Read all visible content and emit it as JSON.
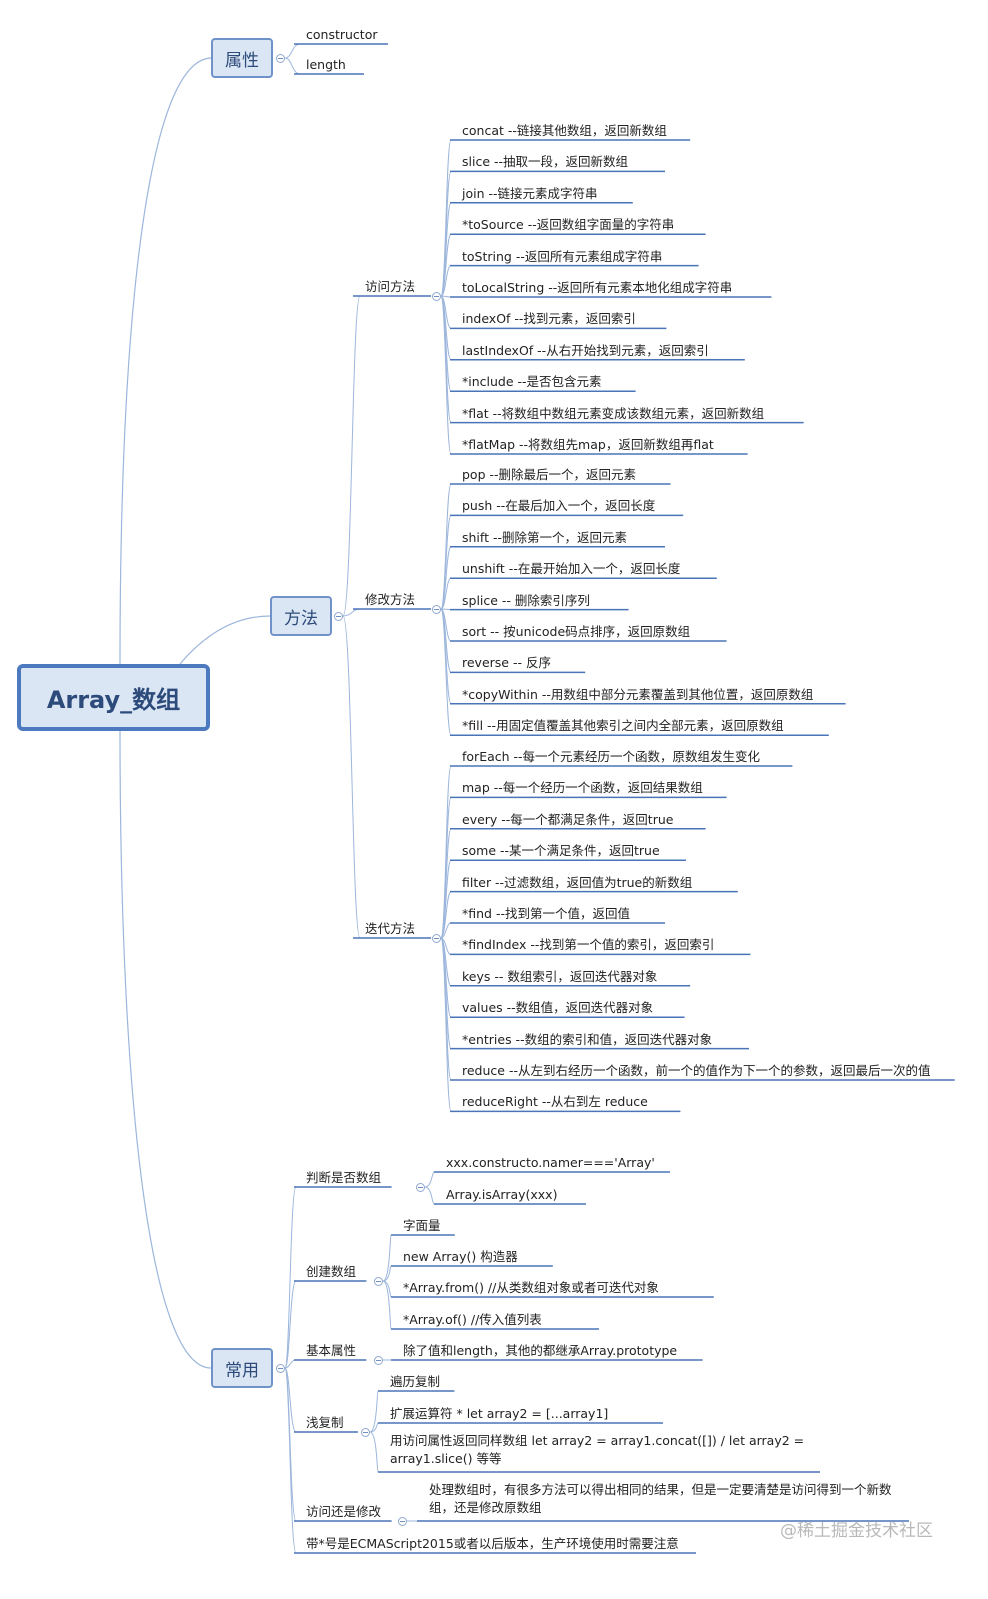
{
  "root": "Array_数组",
  "properties": {
    "label": "属性",
    "items": [
      "constructor",
      "length"
    ]
  },
  "methods": {
    "label": "方法",
    "groups": [
      {
        "label": "访问方法",
        "items": [
          "concat --链接其他数组，返回新数组",
          "slice  --抽取一段，返回新数组",
          "join  --链接元素成字符串",
          "*toSource  --返回数组字面量的字符串",
          "toString  --返回所有元素组成字符串",
          "toLocalString  --返回所有元素本地化组成字符串",
          "indexOf  --找到元素，返回索引",
          "lastIndexOf  --从右开始找到元素，返回索引",
          "*include  --是否包含元素",
          "*flat  --将数组中数组元素变成该数组元素，返回新数组",
          "*flatMap  --将数组先map，返回新数组再flat"
        ]
      },
      {
        "label": "修改方法",
        "items": [
          "pop   --删除最后一个，返回元素",
          "push  --在最后加入一个，返回长度",
          "shift  --删除第一个，返回元素",
          "unshift  --在最开始加入一个，返回长度",
          "splice  -- 删除索引序列",
          "sort  -- 按unicode码点排序，返回原数组",
          "reverse  -- 反序",
          "*copyWithin  --用数组中部分元素覆盖到其他位置，返回原数组",
          "*fill  --用固定值覆盖其他索引之间内全部元素，返回原数组"
        ]
      },
      {
        "label": "迭代方法",
        "items": [
          "forEach  --每一个元素经历一个函数，原数组发生变化",
          "map  --每一个经历一个函数，返回结果数组",
          "every  --每一个都满足条件，返回true",
          "some  --某一个满足条件，返回true",
          "filter  --过滤数组，返回值为true的新数组",
          "*find  --找到第一个值，返回值",
          "*findIndex  --找到第一个值的索引，返回索引",
          "keys  -- 数组索引，返回迭代器对象",
          "values  --数组值，返回迭代器对象",
          "*entries  --数组的索引和值，返回迭代器对象",
          "reduce --从左到右经历一个函数，前一个的值作为下一个的参数，返回最后一次的值",
          "reduceRight  --从右到左 reduce"
        ]
      }
    ]
  },
  "common": {
    "label": "常用",
    "groups": [
      {
        "label": "判断是否数组",
        "items": [
          "xxx.constructo.namer==='Array'",
          "Array.isArray(xxx)"
        ]
      },
      {
        "label": "创建数组",
        "items": [
          "字面量",
          "new Array()   构造器",
          "*Array.from()    //从类数组对象或者可迭代对象",
          "*Array.of()    //传入值列表"
        ]
      },
      {
        "label": "基本属性",
        "items": [
          "除了值和length，其他的都继承Array.prototype"
        ]
      },
      {
        "label": "浅复制",
        "items": [
          "遍历复制",
          "扩展运算符 *  let array2 = [...array1]",
          "用访问属性返回同样数组    let array2 = array1.concat([])   / let array2 = array1.slice()  等等"
        ]
      },
      {
        "label": "访问还是修改",
        "items": [
          "处理数组时，有很多方法可以得出相同的结果，但是一定要清楚是访问得到一个新数组，还是修改原数组"
        ]
      },
      {
        "label": "带*号是ECMAScript2015或者以后版本，生产环境使用时需要注意",
        "items": []
      }
    ]
  },
  "watermark": "@稀土掘金技术社区",
  "colors": {
    "line_blue": "#4a74b8",
    "curve": "#9db6dc",
    "box_fill": "#dbe6f4",
    "box_border": "#6f93c8"
  }
}
